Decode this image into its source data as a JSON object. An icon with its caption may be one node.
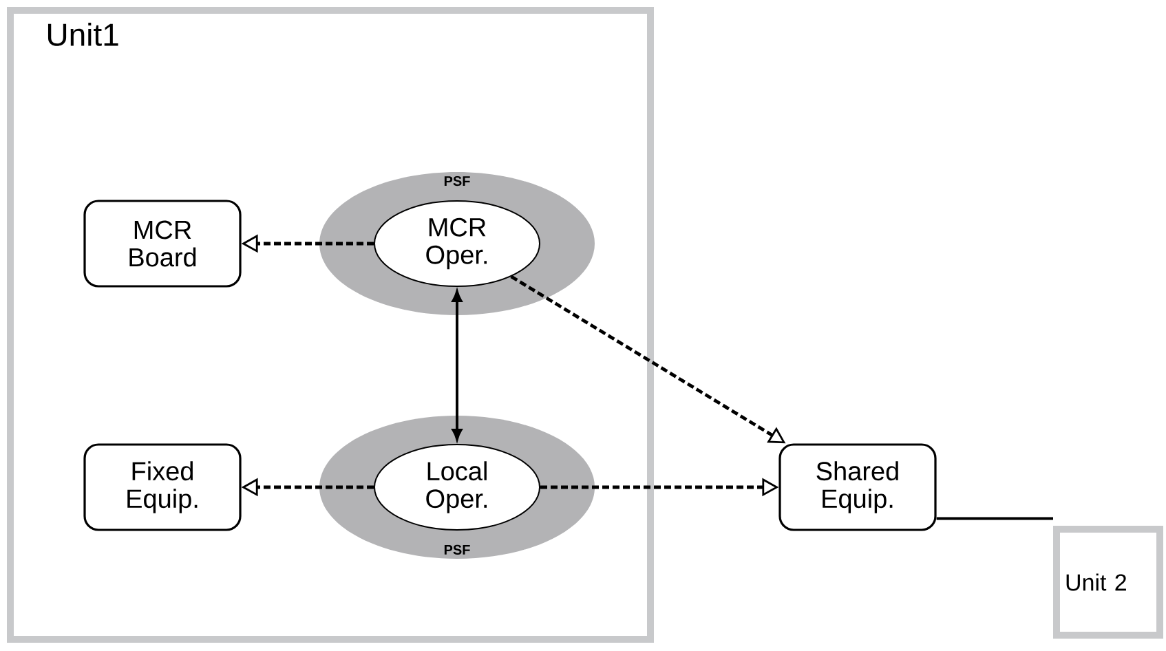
{
  "diagram": {
    "nodes": [
      {
        "text": [
          "Unit1"
        ]
      },
      {
        "text": [
          "PSF"
        ],
        "in": 0
      },
      {
        "text": [
          "MCR Oper."
        ],
        "in": 1
      },
      {
        "text": [
          "MCR Board"
        ],
        "in": 0
      },
      {
        "text": [
          "PSF"
        ],
        "in": 0
      },
      {
        "text": [
          "Local Oper."
        ],
        "in": 4
      },
      {
        "text": [
          "Fixed Equip."
        ],
        "in": 0
      },
      {
        "text": [
          "Shared Equip."
        ]
      },
      {
        "text": [
          "Unit 2"
        ]
      }
    ],
    "edges": [
      {
        "from": 2,
        "to": 3,
        "arrow": "to",
        "style": "dashed"
      },
      {
        "from": 2,
        "to": 5,
        "arrow": "both"
      },
      {
        "from": 2,
        "to": 7,
        "arrow": "to",
        "style": "dashed"
      },
      {
        "from": 5,
        "to": 6,
        "arrow": "to",
        "style": "dashed"
      },
      {
        "from": 5,
        "to": 7,
        "arrow": "to",
        "style": "dashed"
      },
      {
        "from": 7,
        "to": 8,
        "arrow": "none"
      }
    ]
  }
}
